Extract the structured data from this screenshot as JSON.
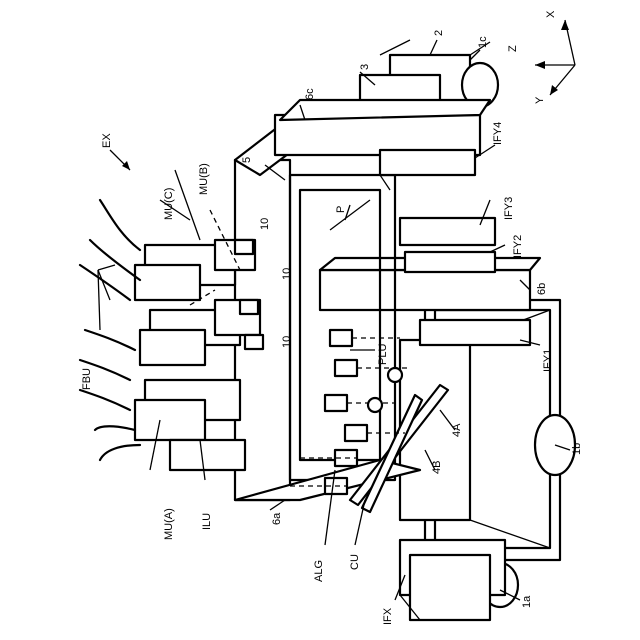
{
  "figure": {
    "rotation_deg": -90
  },
  "axes": {
    "x": "X",
    "y": "Y",
    "z": "Z"
  },
  "labels": {
    "ex": "EX",
    "fbu": "FBU",
    "mu_a": "MU(A)",
    "mu_b": "MU(B)",
    "mu_c": "MU(C)",
    "ilu": "ILU",
    "plu": "PLU",
    "alg": "ALG",
    "cu": "CU",
    "p": "P",
    "ifx": "IFX",
    "ify1": "IFY1",
    "ify2": "IFY2",
    "ify3": "IFY3",
    "ify4": "IFY4",
    "n1a": "1a",
    "n1b": "1b",
    "n1c": "1c",
    "n2": "2",
    "n3": "3",
    "n4a": "4A",
    "n4b": "4B",
    "n5": "5",
    "n6a": "6a",
    "n6b": "6b",
    "n6c": "6c",
    "n10a": "10",
    "n10b": "10",
    "n10c": "10"
  }
}
